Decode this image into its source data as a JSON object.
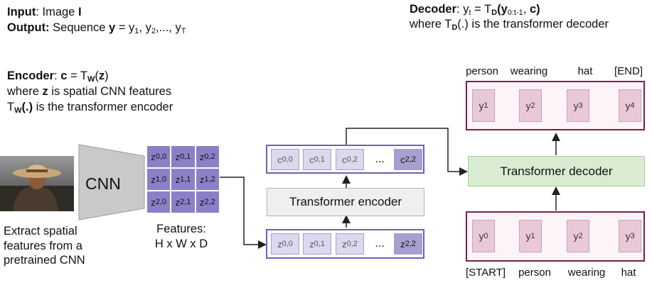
{
  "top_left": {
    "input_label": "Input",
    "input_text": ": Image ",
    "input_var": "I",
    "output_label": "Output:",
    "output_text": " Sequence ",
    "output_var": "y",
    "output_eq": " = y",
    "output_seq": ", y",
    "output_seq2": ",..., y",
    "sub_1": "1",
    "sub_2": "2",
    "sub_T": "T"
  },
  "decoder_desc": {
    "label": "Decoder",
    "eq_prefix": ": y",
    "sub_t": "t",
    "eq_mid": " = T",
    "sub_D": "D",
    "paren_open": "(",
    "y_bold": "y",
    "sub_range": "0:t-1",
    "comma": ", ",
    "c_bold": "c",
    "paren_close": ")",
    "line2_a": "where T",
    "line2_b": "(.) is the transformer decoder"
  },
  "encoder_desc": {
    "label": "Encoder",
    "colon": ": ",
    "c_bold": "c",
    "eq": " = T",
    "sub_W": "W",
    "paren_open": "(",
    "z_bold": "z",
    "paren_close": ")",
    "line2_a": "where ",
    "line2_b": " is spatial CNN features",
    "line3_a": "T",
    "line3_b": "(.)",
    "line3_c": " is the transformer encoder"
  },
  "cnn_label": "CNN",
  "cnn_caption": [
    "Extract spatial",
    "features from a",
    "pretrained CNN"
  ],
  "features": {
    "grid": [
      [
        "z",
        "0,0"
      ],
      [
        "z",
        "0,1"
      ],
      [
        "z",
        "0,2"
      ],
      [
        "z",
        "1,0"
      ],
      [
        "z",
        "1,1"
      ],
      [
        "z",
        "1,2"
      ],
      [
        "z",
        "2,0"
      ],
      [
        "z",
        "2,1"
      ],
      [
        "z",
        "2,2"
      ]
    ],
    "caption_line1": "Features:",
    "caption_line2": "H x W x D"
  },
  "encoder_input_cells": [
    [
      "z",
      "0,0"
    ],
    [
      "z",
      "0,1"
    ],
    [
      "z",
      "0,2"
    ],
    [
      "...",
      ""
    ],
    [
      "z",
      "2,2"
    ]
  ],
  "encoder_output_cells": [
    [
      "c",
      "0,0"
    ],
    [
      "c",
      "0,1"
    ],
    [
      "c",
      "0,2"
    ],
    [
      "...",
      ""
    ],
    [
      "c",
      "2,2"
    ]
  ],
  "transformer_encoder_label": "Transformer encoder",
  "transformer_decoder_label": "Transformer decoder",
  "decoder_output_cells": [
    [
      "y",
      "1"
    ],
    [
      "y",
      "2"
    ],
    [
      "y",
      "3"
    ],
    [
      "y",
      "4"
    ]
  ],
  "decoder_input_cells": [
    [
      "y",
      "0"
    ],
    [
      "y",
      "1"
    ],
    [
      "y",
      "2"
    ],
    [
      "y",
      "3"
    ]
  ],
  "output_tokens": [
    "person",
    "wearing",
    "hat",
    "[END]"
  ],
  "input_tokens": [
    "[START]",
    "person",
    "wearing",
    "hat"
  ],
  "colors": {
    "feature_cell": "#8b80c8",
    "seq_cell": "#ddd8ee",
    "seq_border": "#6f5fb8",
    "y_cell": "#e9c9d9",
    "y_border": "#7a2048",
    "encoder_box": "#efefef",
    "decoder_box": "#d9ecd1"
  }
}
